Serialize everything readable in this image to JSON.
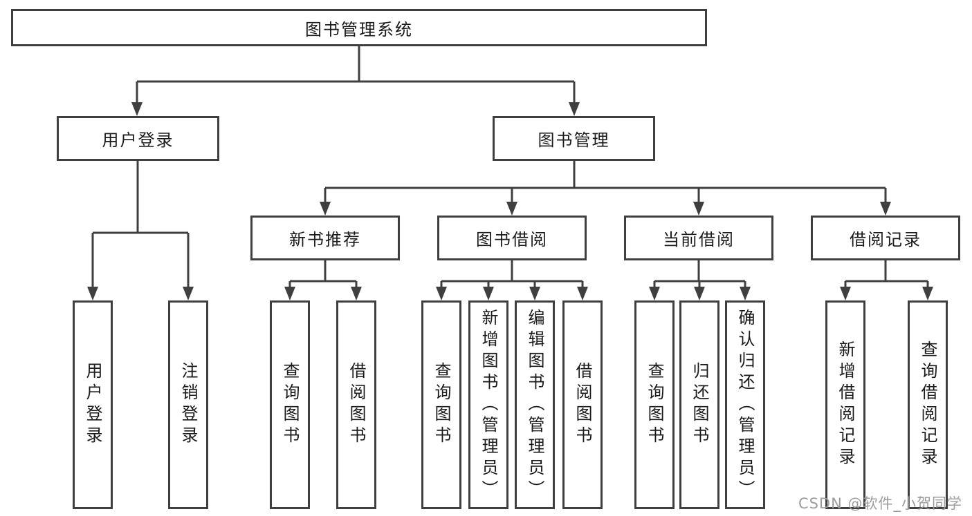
{
  "colors": {
    "line": "#3f3f3f",
    "text": "#1a1a1a",
    "watermark": "#9c9c9c",
    "background": "#ffffff"
  },
  "tree": {
    "root": {
      "label": "图书管理系统"
    },
    "branches": [
      {
        "label": "用户登录",
        "children": [
          {
            "label": "用户登录"
          },
          {
            "label": "注销登录"
          }
        ]
      },
      {
        "label": "图书管理",
        "children": [
          {
            "label": "新书推荐",
            "children": [
              {
                "label": "查询图书"
              },
              {
                "label": "借阅图书"
              }
            ]
          },
          {
            "label": "图书借阅",
            "children": [
              {
                "label": "查询图书"
              },
              {
                "label": "新增图书（管理员）"
              },
              {
                "label": "编辑图书（管理员）"
              },
              {
                "label": "借阅图书"
              }
            ]
          },
          {
            "label": "当前借阅",
            "children": [
              {
                "label": "查询图书"
              },
              {
                "label": "归还图书"
              },
              {
                "label": "确认归还（管理员）"
              }
            ]
          },
          {
            "label": "借阅记录",
            "children": [
              {
                "label": "新增借阅记录"
              },
              {
                "label": "查询借阅记录"
              }
            ]
          }
        ]
      }
    ]
  },
  "watermark": {
    "text": "CSDN @软件_小贺同学"
  }
}
